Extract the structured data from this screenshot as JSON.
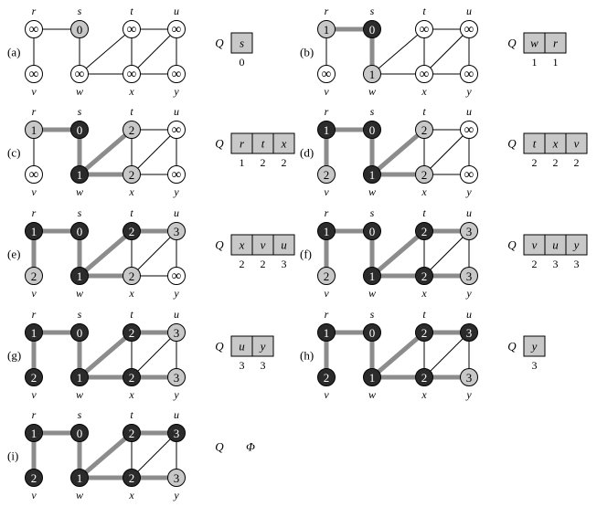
{
  "node_labels": {
    "r": "r",
    "s": "s",
    "t": "t",
    "u": "u",
    "v": "v",
    "w": "w",
    "x": "x",
    "y": "y"
  },
  "colors": {
    "white": "#ffffff",
    "gray": "#c8c8c8",
    "black": "#2b2b2b",
    "tree_edge": "#8c8c8c",
    "edge": "#000000"
  },
  "edges": [
    [
      "r",
      "s"
    ],
    [
      "r",
      "v"
    ],
    [
      "s",
      "w"
    ],
    [
      "w",
      "t"
    ],
    [
      "w",
      "x"
    ],
    [
      "t",
      "x"
    ],
    [
      "t",
      "u"
    ],
    [
      "x",
      "u"
    ],
    [
      "x",
      "y"
    ],
    [
      "u",
      "y"
    ]
  ],
  "queue_label": "Q",
  "empty_queue_symbol": "Φ",
  "steps": [
    {
      "label": "(a)",
      "distances": {
        "r": "∞",
        "s": "0",
        "t": "∞",
        "u": "∞",
        "v": "∞",
        "w": "∞",
        "x": "∞",
        "y": "∞"
      },
      "states": {
        "r": "white",
        "s": "gray",
        "t": "white",
        "u": "white",
        "v": "white",
        "w": "white",
        "x": "white",
        "y": "white"
      },
      "tree_edges": [],
      "queue": [
        {
          "vertex": "s",
          "d": "0"
        }
      ]
    },
    {
      "label": "(b)",
      "distances": {
        "r": "1",
        "s": "0",
        "t": "∞",
        "u": "∞",
        "v": "∞",
        "w": "1",
        "x": "∞",
        "y": "∞"
      },
      "states": {
        "r": "gray",
        "s": "black",
        "t": "white",
        "u": "white",
        "v": "white",
        "w": "gray",
        "x": "white",
        "y": "white"
      },
      "tree_edges": [
        [
          "r",
          "s"
        ],
        [
          "s",
          "w"
        ]
      ],
      "queue": [
        {
          "vertex": "w",
          "d": "1"
        },
        {
          "vertex": "r",
          "d": "1"
        }
      ]
    },
    {
      "label": "(c)",
      "distances": {
        "r": "1",
        "s": "0",
        "t": "2",
        "u": "∞",
        "v": "∞",
        "w": "1",
        "x": "2",
        "y": "∞"
      },
      "states": {
        "r": "gray",
        "s": "black",
        "t": "gray",
        "u": "white",
        "v": "white",
        "w": "black",
        "x": "gray",
        "y": "white"
      },
      "tree_edges": [
        [
          "r",
          "s"
        ],
        [
          "s",
          "w"
        ],
        [
          "w",
          "t"
        ],
        [
          "w",
          "x"
        ]
      ],
      "queue": [
        {
          "vertex": "r",
          "d": "1"
        },
        {
          "vertex": "t",
          "d": "2"
        },
        {
          "vertex": "x",
          "d": "2"
        }
      ]
    },
    {
      "label": "(d)",
      "distances": {
        "r": "1",
        "s": "0",
        "t": "2",
        "u": "∞",
        "v": "2",
        "w": "1",
        "x": "2",
        "y": "∞"
      },
      "states": {
        "r": "black",
        "s": "black",
        "t": "gray",
        "u": "white",
        "v": "gray",
        "w": "black",
        "x": "gray",
        "y": "white"
      },
      "tree_edges": [
        [
          "r",
          "s"
        ],
        [
          "s",
          "w"
        ],
        [
          "w",
          "t"
        ],
        [
          "w",
          "x"
        ],
        [
          "r",
          "v"
        ]
      ],
      "queue": [
        {
          "vertex": "t",
          "d": "2"
        },
        {
          "vertex": "x",
          "d": "2"
        },
        {
          "vertex": "v",
          "d": "2"
        }
      ]
    },
    {
      "label": "(e)",
      "distances": {
        "r": "1",
        "s": "0",
        "t": "2",
        "u": "3",
        "v": "2",
        "w": "1",
        "x": "2",
        "y": "∞"
      },
      "states": {
        "r": "black",
        "s": "black",
        "t": "black",
        "u": "gray",
        "v": "gray",
        "w": "black",
        "x": "gray",
        "y": "white"
      },
      "tree_edges": [
        [
          "r",
          "s"
        ],
        [
          "s",
          "w"
        ],
        [
          "w",
          "t"
        ],
        [
          "w",
          "x"
        ],
        [
          "r",
          "v"
        ],
        [
          "t",
          "u"
        ]
      ],
      "queue": [
        {
          "vertex": "x",
          "d": "2"
        },
        {
          "vertex": "v",
          "d": "2"
        },
        {
          "vertex": "u",
          "d": "3"
        }
      ]
    },
    {
      "label": "(f)",
      "distances": {
        "r": "1",
        "s": "0",
        "t": "2",
        "u": "3",
        "v": "2",
        "w": "1",
        "x": "2",
        "y": "3"
      },
      "states": {
        "r": "black",
        "s": "black",
        "t": "black",
        "u": "gray",
        "v": "gray",
        "w": "black",
        "x": "black",
        "y": "gray"
      },
      "tree_edges": [
        [
          "r",
          "s"
        ],
        [
          "s",
          "w"
        ],
        [
          "w",
          "t"
        ],
        [
          "w",
          "x"
        ],
        [
          "r",
          "v"
        ],
        [
          "t",
          "u"
        ],
        [
          "x",
          "y"
        ]
      ],
      "queue": [
        {
          "vertex": "v",
          "d": "2"
        },
        {
          "vertex": "u",
          "d": "3"
        },
        {
          "vertex": "y",
          "d": "3"
        }
      ]
    },
    {
      "label": "(g)",
      "distances": {
        "r": "1",
        "s": "0",
        "t": "2",
        "u": "3",
        "v": "2",
        "w": "1",
        "x": "2",
        "y": "3"
      },
      "states": {
        "r": "black",
        "s": "black",
        "t": "black",
        "u": "gray",
        "v": "black",
        "w": "black",
        "x": "black",
        "y": "gray"
      },
      "tree_edges": [
        [
          "r",
          "s"
        ],
        [
          "s",
          "w"
        ],
        [
          "w",
          "t"
        ],
        [
          "w",
          "x"
        ],
        [
          "r",
          "v"
        ],
        [
          "t",
          "u"
        ],
        [
          "x",
          "y"
        ]
      ],
      "queue": [
        {
          "vertex": "u",
          "d": "3"
        },
        {
          "vertex": "y",
          "d": "3"
        }
      ]
    },
    {
      "label": "(h)",
      "distances": {
        "r": "1",
        "s": "0",
        "t": "2",
        "u": "3",
        "v": "2",
        "w": "1",
        "x": "2",
        "y": "3"
      },
      "states": {
        "r": "black",
        "s": "black",
        "t": "black",
        "u": "black",
        "v": "black",
        "w": "black",
        "x": "black",
        "y": "gray"
      },
      "tree_edges": [
        [
          "r",
          "s"
        ],
        [
          "s",
          "w"
        ],
        [
          "w",
          "t"
        ],
        [
          "w",
          "x"
        ],
        [
          "r",
          "v"
        ],
        [
          "t",
          "u"
        ],
        [
          "x",
          "y"
        ]
      ],
      "queue": [
        {
          "vertex": "y",
          "d": "3"
        }
      ]
    },
    {
      "label": "(i)",
      "distances": {
        "r": "1",
        "s": "0",
        "t": "2",
        "u": "3",
        "v": "2",
        "w": "1",
        "x": "2",
        "y": "3"
      },
      "states": {
        "r": "black",
        "s": "black",
        "t": "black",
        "u": "black",
        "v": "black",
        "w": "black",
        "x": "black",
        "y": "gray"
      },
      "tree_edges": [
        [
          "r",
          "s"
        ],
        [
          "s",
          "w"
        ],
        [
          "w",
          "t"
        ],
        [
          "w",
          "x"
        ],
        [
          "r",
          "v"
        ],
        [
          "t",
          "u"
        ],
        [
          "x",
          "y"
        ]
      ],
      "queue": []
    }
  ]
}
